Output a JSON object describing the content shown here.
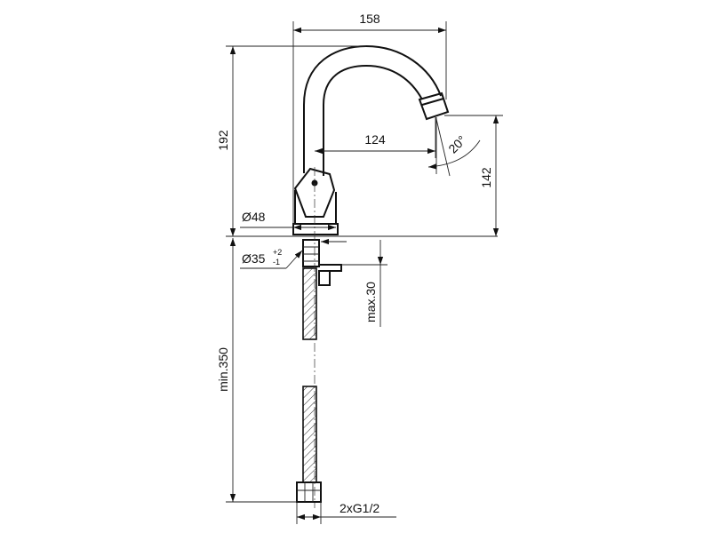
{
  "dimensions": {
    "overall_width": "158",
    "overall_height": "192",
    "spout_reach": "124",
    "spout_height": "142",
    "swivel_angle": "20°",
    "base_diameter": "Ø48",
    "hole_diameter": "Ø35",
    "hole_tol_upper": "+2",
    "hole_tol_lower": "-1",
    "max_deck_thickness": "max.30",
    "min_hose_length": "min.350",
    "connections": "2xG1/2"
  }
}
